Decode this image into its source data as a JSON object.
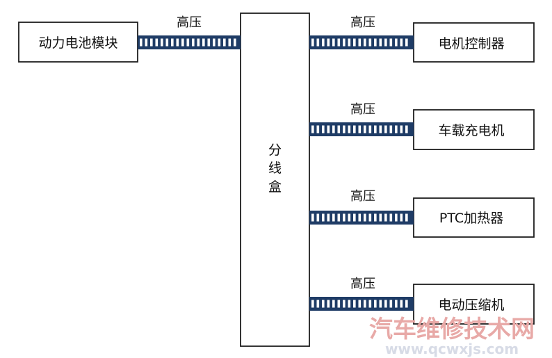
{
  "diagram": {
    "source": {
      "label": "动力电池模块"
    },
    "hub": {
      "label": "分线盒",
      "label_chars": [
        "分",
        "线",
        "盒"
      ]
    },
    "targets": [
      {
        "label": "电机控制器"
      },
      {
        "label": "车载充电机"
      },
      {
        "label": "PTC加热器"
      },
      {
        "label": "电动压缩机"
      }
    ],
    "connections": [
      {
        "from": "动力电池模块",
        "to": "分线盒",
        "label": "高压"
      },
      {
        "from": "分线盒",
        "to": "电机控制器",
        "label": "高压"
      },
      {
        "from": "分线盒",
        "to": "车载充电机",
        "label": "高压"
      },
      {
        "from": "分线盒",
        "to": "PTC加热器",
        "label": "高压"
      },
      {
        "from": "分线盒",
        "to": "电动压缩机",
        "label": "高压"
      }
    ],
    "cable_color": "#1f3c66"
  },
  "watermark": {
    "title": "汽车维修技术网",
    "url": "www.qcwxjs.com",
    "color_title": "#e8a9a7",
    "color_url": "#d7dbe6"
  }
}
